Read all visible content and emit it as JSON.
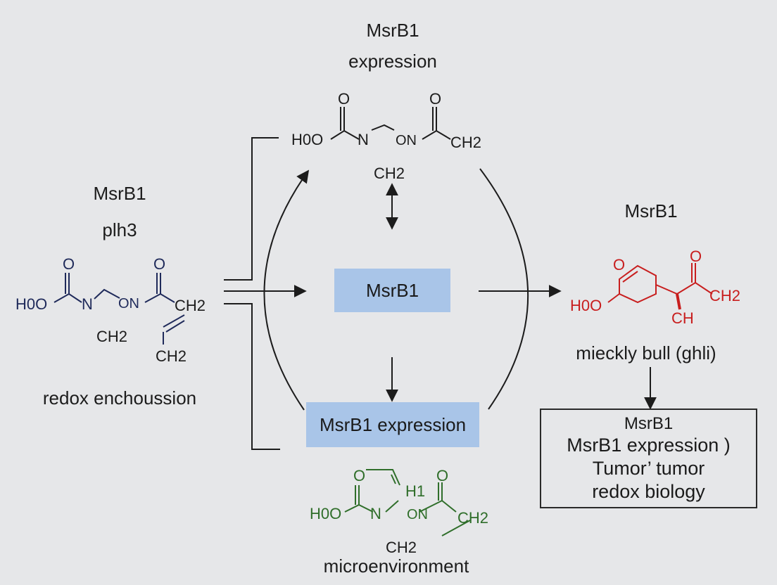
{
  "colors": {
    "background": "#e6e7e9",
    "box_fill": "#a9c5e8",
    "line": "#1c1c1c",
    "left_molecule": "#1f2a5a",
    "top_molecule": "#1c1c1c",
    "right_molecule": "#c81e1e",
    "bottom_molecule": "#2f6e2a"
  },
  "top_label": {
    "line1": "MsrB1",
    "line2": "expression"
  },
  "left_label": {
    "line1": "MsrB1",
    "line2": "plh3"
  },
  "left_caption": "redox enchoussion",
  "right_label": "MsrB1",
  "right_caption": "mieckly bull (ghli)",
  "bottom_caption": "microenvironment",
  "center_box": "MsrB1",
  "bottom_box": "MsrB1 expression",
  "result_box": {
    "line1": "MsrB1",
    "line2": "MsrB1 expression )",
    "line3": "Tumor’ tumor",
    "line4": "redox biology"
  },
  "molecules": {
    "top": {
      "left_group": "H0O",
      "n1": "N",
      "o_link": "ON",
      "o1": "O",
      "o2": "O",
      "right_group": "CH2",
      "below": "CH2"
    },
    "left": {
      "left_group": "H0O",
      "n1": "N",
      "o_link": "ON",
      "o1": "O",
      "o2": "O",
      "right_group": "CH2",
      "below_left": "CH2",
      "below_right": "CH2"
    },
    "right": {
      "left_group": "H0O",
      "ring_o": "O",
      "o2": "O",
      "right_group": "CH2",
      "below": "CH"
    },
    "bottom": {
      "left_group": "H0O",
      "ring_o": "O",
      "n1": "N",
      "h_label": "H1",
      "o_link": "ON",
      "o2": "O",
      "right_group": "CH2",
      "below": "CH2"
    }
  }
}
